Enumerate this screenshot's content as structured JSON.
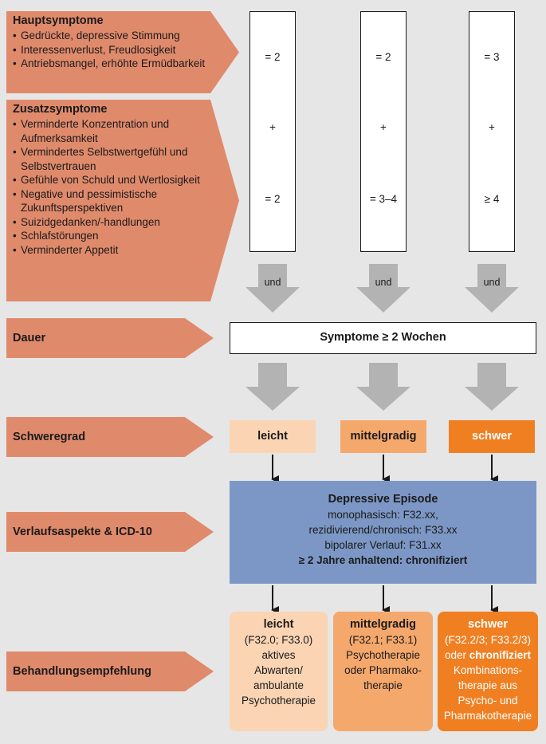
{
  "rows": {
    "hauptsymptome": {
      "title": "Hauptsymptome",
      "items": [
        "Gedrückte, depressive Stimmung",
        "Interessenverlust, Freudlosigkeit",
        "Antriebsmangel, erhöhte Ermüdbarkeit"
      ]
    },
    "zusatzsymptome": {
      "title": "Zusatzsymptome",
      "items": [
        "Verminderte Konzentration und Aufmerksamkeit",
        "Vermindertes Selbstwertgefühl und Selbstvertrauen",
        "Gefühle von Schuld und Wertlosigkeit",
        "Negative und pessimistische Zukunftsperspektiven",
        "Suizidgedanken/-handlungen",
        "Schlafstörungen",
        "Verminderter Appetit"
      ]
    },
    "dauer": "Dauer",
    "schweregrad": "Schweregrad",
    "verlauf": "Verlaufsaspekte & ICD-10",
    "behandlung": "Behandlungsempfehlung"
  },
  "columns": [
    {
      "haupt": "= 2",
      "plus": "+",
      "zusatz": "= 2",
      "und": "und"
    },
    {
      "haupt": "= 2",
      "plus": "+",
      "zusatz": "= 3–4",
      "und": "und"
    },
    {
      "haupt": "= 3",
      "plus": "+",
      "zusatz": "≥ 4",
      "und": "und"
    }
  ],
  "duration": "Symptome ≥ 2 Wochen",
  "severity": [
    "leicht",
    "mittelgradig",
    "schwer"
  ],
  "episode": {
    "title": "Depressive Episode",
    "lines": [
      "monophasisch: F32.xx,",
      "rezidivierend/chronisch: F33.xx",
      "bipolarer Verlauf: F31.xx"
    ],
    "chronic": "≥ 2 Jahre anhaltend: chronifiziert"
  },
  "treatment": [
    {
      "title": "leicht",
      "codes": "(F32.0; F33.0)",
      "extra_prefix": "",
      "extra_bold": "",
      "lines": [
        "aktives",
        "Abwarten/",
        "ambulante",
        "Psychotherapie"
      ]
    },
    {
      "title": "mittelgradig",
      "codes": "(F32.1; F33.1)",
      "extra_prefix": "",
      "extra_bold": "",
      "lines": [
        "Psychotherapie",
        "oder Pharmako-",
        "therapie"
      ]
    },
    {
      "title": "schwer",
      "codes": "(F32.2/3; F33.2/3)",
      "extra_prefix": "oder ",
      "extra_bold": "chronifiziert",
      "lines": [
        "Kombinations-",
        "therapie aus",
        "Psycho- und",
        "Pharmakotherapie"
      ]
    }
  ],
  "colors": {
    "row_arrow": "#e08a6c",
    "grey_arrow": "#b3b3b3",
    "leicht": "#fbd4b4",
    "mittelgradig": "#f5a86c",
    "schwer": "#f07f22",
    "episode": "#7c97c5",
    "background": "#e6e6e6"
  }
}
